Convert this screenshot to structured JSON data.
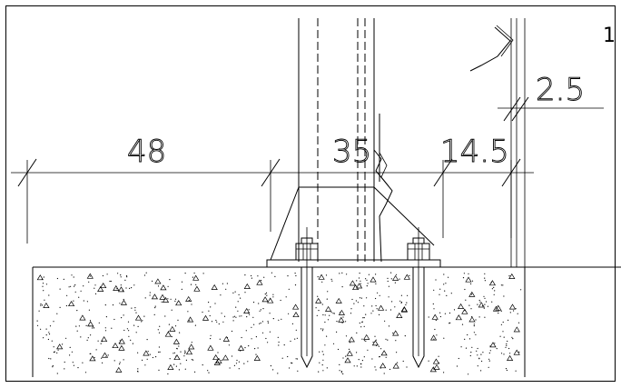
{
  "drawing": {
    "dimensions": {
      "d48": "48",
      "d35": "35",
      "d14_5": "14.5",
      "d2_5": "2.5"
    },
    "corner_label": "1"
  }
}
